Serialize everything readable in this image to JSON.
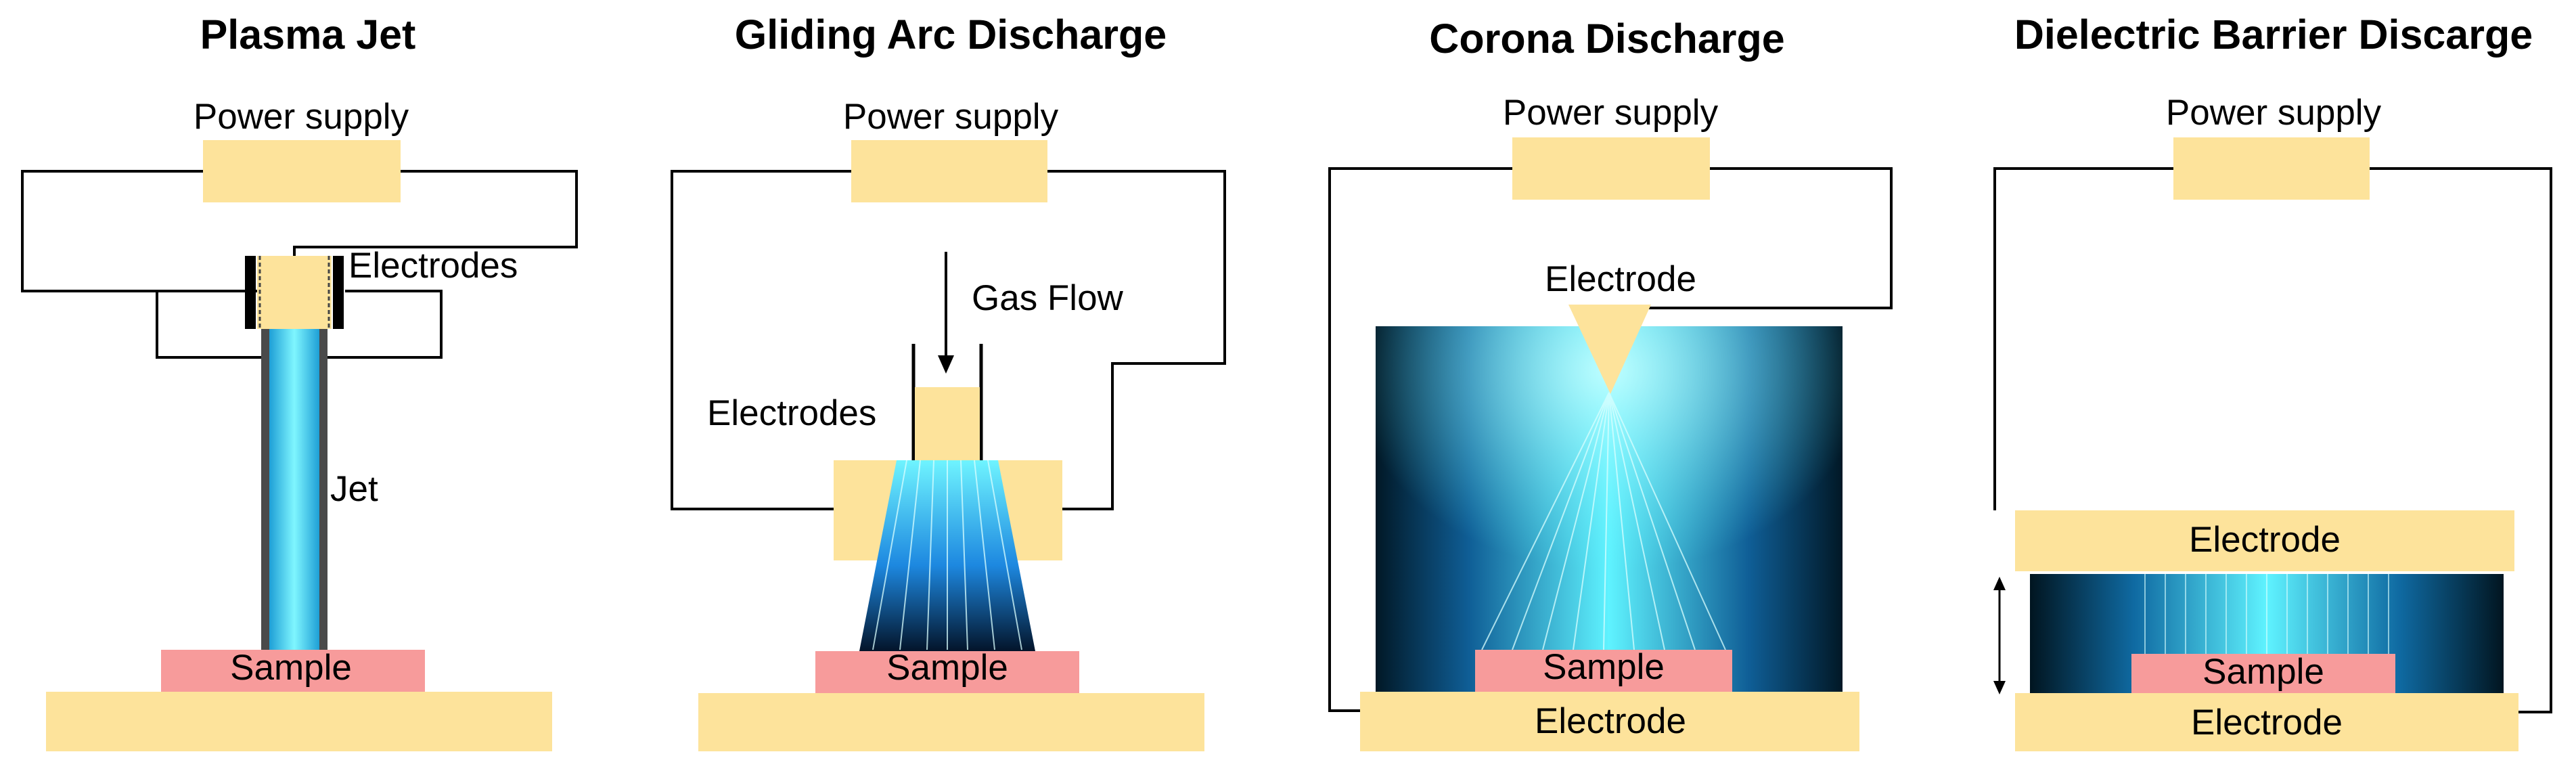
{
  "colors": {
    "component_fill": "#fde39b",
    "sample_fill": "#f79b9b",
    "plasma_glow": "#5ff3ff",
    "plasma_dark": "#001726",
    "wire": "#000000"
  },
  "panels": [
    {
      "title": "Plasma Jet",
      "power_supply": "Power supply",
      "electrodes": "Electrodes",
      "jet": "Jet",
      "sample": "Sample"
    },
    {
      "title": "Gliding Arc Discharge",
      "power_supply": "Power supply",
      "gas_flow": "Gas Flow",
      "electrodes": "Electrodes",
      "sample": "Sample"
    },
    {
      "title": "Corona Discharge",
      "power_supply": "Power supply",
      "electrode_top": "Electrode",
      "sample": "Sample",
      "electrode_bottom": "Electrode"
    },
    {
      "title": "Dielectric Barrier Discarge",
      "power_supply": "Power supply",
      "electrode_top": "Electrode",
      "sample": "Sample",
      "electrode_bottom": "Electrode"
    }
  ]
}
